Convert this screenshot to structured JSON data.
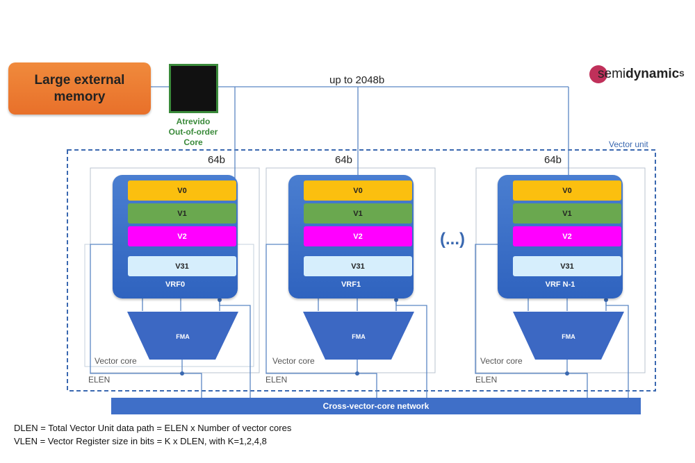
{
  "external_memory": "Large external memory",
  "core": {
    "lines": [
      "Atrevido",
      "Out-of-order",
      "Core"
    ]
  },
  "logo": {
    "part1": "semi",
    "part2": "dynamic",
    "sup": "S"
  },
  "bus_label": "up to 2048b",
  "vector_unit_label": "Vector unit",
  "ellipsis": "(...)",
  "network_label": "Cross-vector-core network",
  "cores": [
    {
      "bus_width": "64b",
      "registers": [
        "V0",
        "V1",
        "V2",
        "V31"
      ],
      "vrf_name": "VRF0",
      "fma": "FMA",
      "core_label": "Vector core",
      "elen": "ELEN"
    },
    {
      "bus_width": "64b",
      "registers": [
        "V0",
        "V1",
        "V2",
        "V31"
      ],
      "vrf_name": "VRF1",
      "fma": "FMA",
      "core_label": "Vector core",
      "elen": "ELEN"
    },
    {
      "bus_width": "64b",
      "registers": [
        "V0",
        "V1",
        "V2",
        "V31"
      ],
      "vrf_name": "VRF N-1",
      "fma": "FMA",
      "core_label": "Vector core",
      "elen": "ELEN"
    }
  ],
  "footnotes": [
    "DLEN = Total Vector Unit data path = ELEN x Number of vector cores",
    "VLEN = Vector Register size in bits  = K x DLEN, with K=1,2,4,8"
  ],
  "colors": {
    "line": "#5b86c4",
    "accent": "#3a68b0",
    "vrf": "#3a6fc9",
    "network": "#3f6fc8"
  }
}
